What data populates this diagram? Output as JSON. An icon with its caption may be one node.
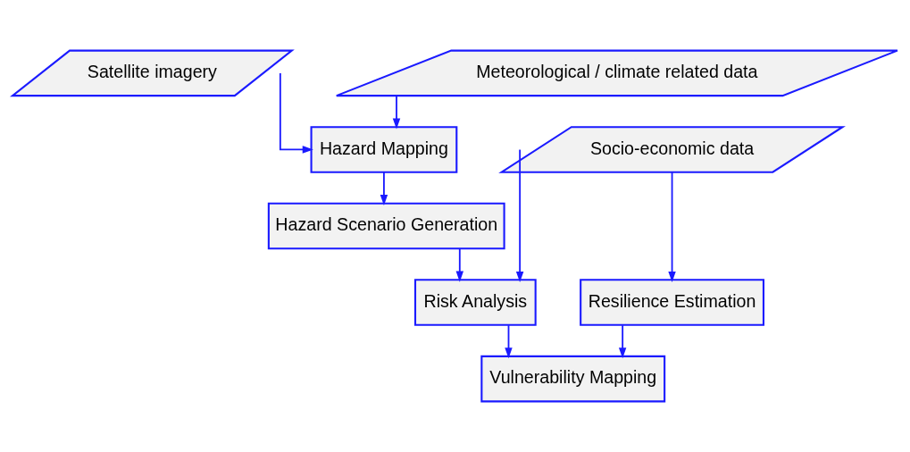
{
  "diagram": {
    "nodes": [
      {
        "text": [
          "Satellite imagery"
        ]
      },
      {
        "text": [
          "Meteorological / climate related data"
        ]
      },
      {
        "text": [
          "Hazard Mapping"
        ]
      },
      {
        "text": [
          "Socio-economic data"
        ]
      },
      {
        "text": [
          "Hazard Scenario Generation"
        ]
      },
      {
        "text": [
          "Risk Analysis"
        ]
      },
      {
        "text": [
          "Resilience Estimation"
        ]
      },
      {
        "text": [
          "Vulnerability Mapping"
        ]
      }
    ],
    "edges": [
      {
        "from": 0,
        "to": 2,
        "arrow": "to"
      },
      {
        "from": 1,
        "to": 2,
        "arrow": "to"
      },
      {
        "from": 2,
        "to": 4,
        "arrow": "to"
      },
      {
        "from": 4,
        "to": 5,
        "arrow": "to"
      },
      {
        "from": 3,
        "to": 5,
        "arrow": "to"
      },
      {
        "from": 3,
        "to": 6,
        "arrow": "to"
      },
      {
        "from": 5,
        "to": 7,
        "arrow": "to"
      },
      {
        "from": 6,
        "to": 7,
        "arrow": "to"
      }
    ]
  }
}
